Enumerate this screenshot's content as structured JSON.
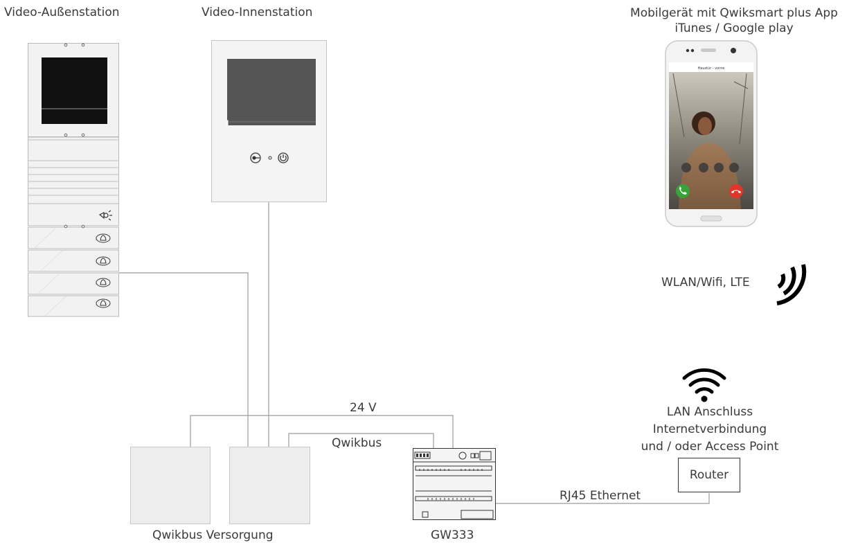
{
  "labels": {
    "outdoor_station": "Video-Außenstation",
    "indoor_station": "Video-Innenstation",
    "mobile_line1": "Mobilgerät mit Qwiksmart plus App",
    "mobile_line2": "iTunes / Google play",
    "wlan": "WLAN/Wifi, LTE",
    "lan_line1": "LAN Anschluss",
    "lan_line2": "Internetverbindung",
    "lan_line3": "und / oder Access Point",
    "router": "Router",
    "rj45": "RJ45 Ethernet",
    "voltage": "24 V",
    "qwikbus": "Qwikbus",
    "supply": "Qwikbus Versorgung",
    "gateway": "GW333"
  },
  "phone": {
    "screen_title": "Haustür - vorne"
  },
  "colors": {
    "wire": "#9a9a9a",
    "device_grey": "#ededed",
    "screen": "#111111",
    "accept_call": "#3aa23a",
    "decline_call": "#e0352b"
  }
}
